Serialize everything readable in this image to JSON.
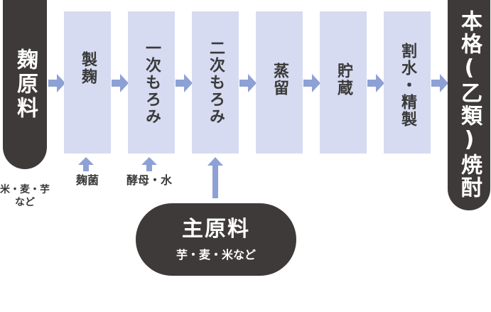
{
  "input": {
    "title": "麹原料",
    "note_line1": "米・麦・芋",
    "note_line2": "など"
  },
  "steps": [
    {
      "label": "製麹",
      "input_label": "麹菌"
    },
    {
      "label": "一次もろみ",
      "input_label": "酵母・水"
    },
    {
      "label": "二次もろみ"
    },
    {
      "label": "蒸留"
    },
    {
      "label": "貯蔵"
    },
    {
      "label": "割水・精製"
    }
  ],
  "output": {
    "title": "本格(乙類)焼酎"
  },
  "main_ingredient": {
    "title": "主原料",
    "subtitle": "芋・麦・米など"
  },
  "colors": {
    "dark": "#3f3a3a",
    "step_fill": "#d6dbf1",
    "arrow": "#8ea1d6"
  }
}
